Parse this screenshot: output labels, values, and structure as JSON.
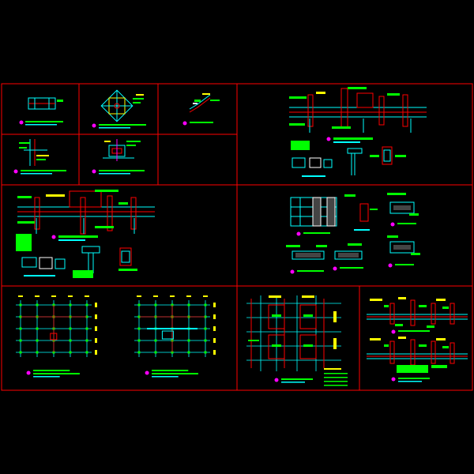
{
  "colors": {
    "background": "#000000",
    "frame": "#ff0000",
    "structure": "#00ffff",
    "text": "#ffff00",
    "annotation": "#00ff00",
    "accent": "#ff00ff",
    "linework": "#ffffff"
  },
  "panels": [
    {
      "id": "detail-1",
      "content": "beam-section-detail"
    },
    {
      "id": "detail-2",
      "content": "diamond-rebar-detail"
    },
    {
      "id": "detail-3",
      "content": "stair-slope-detail"
    },
    {
      "id": "detail-4",
      "content": "column-joint-detail"
    },
    {
      "id": "detail-5",
      "content": "base-plate-detail"
    },
    {
      "id": "elevation-1",
      "content": "beam-elevation-with-sections"
    },
    {
      "id": "elevation-2",
      "content": "beam-elevation-with-sections"
    },
    {
      "id": "details-grid",
      "content": "wall-and-joint-details"
    },
    {
      "id": "plan-1",
      "content": "foundation-grid-plan"
    },
    {
      "id": "plan-2",
      "content": "foundation-grid-plan"
    },
    {
      "id": "plan-3",
      "content": "structural-layout-plan"
    },
    {
      "id": "elevation-3",
      "content": "foundation-beam-elevations"
    }
  ]
}
